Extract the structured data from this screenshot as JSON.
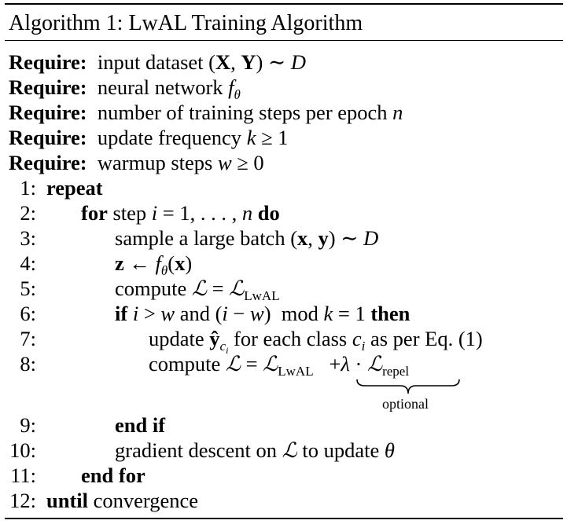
{
  "algorithm": {
    "title": "Algorithm 1: LwAL Training Algorithm",
    "require_label": "Require:",
    "requires": [
      {
        "prefix": "input dataset ",
        "math": "(X, Y) ~ D"
      },
      {
        "prefix": "neural network ",
        "math": "fθ"
      },
      {
        "prefix": "number of training steps per epoch ",
        "math": "n"
      },
      {
        "prefix": "update frequency ",
        "math": "k ≥ 1"
      },
      {
        "prefix": "warmup steps ",
        "math": "w ≥ 0"
      }
    ],
    "steps": [
      {
        "num": "1:",
        "kw": "repeat"
      },
      {
        "num": "2:",
        "kw": "for",
        "text": " step ",
        "math": "i = 1, . . . , n",
        "kw_end": "do"
      },
      {
        "num": "3:",
        "text": "sample a large batch ",
        "math": "(x, y) ~ D"
      },
      {
        "num": "4:",
        "math": "z ← fθ(x)"
      },
      {
        "num": "5:",
        "text": "compute ",
        "math": "ℒ = ℒLwAL"
      },
      {
        "num": "6:",
        "kw": "if",
        "math": "i > w",
        "text": " and ",
        "math2": "(i − w)  mod  k = 1",
        "kw_end": "then"
      },
      {
        "num": "7:",
        "text": "update ",
        "math": "ŷci",
        "text2": " for each class ",
        "math2": "ci",
        "text3": " as per Eq. (1)"
      },
      {
        "num": "8:",
        "text": "compute ",
        "math": "ℒ = ℒLwAL",
        "math2": "+λ · ℒrepel"
      },
      {
        "num": "9:",
        "kw": "end if"
      },
      {
        "num": "10:",
        "text": "gradient descent on ",
        "math": "ℒ",
        "text2": " to update ",
        "math2": "θ"
      },
      {
        "num": "11:",
        "kw": "end for"
      },
      {
        "num": "12:",
        "kw": "until",
        "text": " convergence"
      }
    ],
    "brace_label": "optional"
  }
}
